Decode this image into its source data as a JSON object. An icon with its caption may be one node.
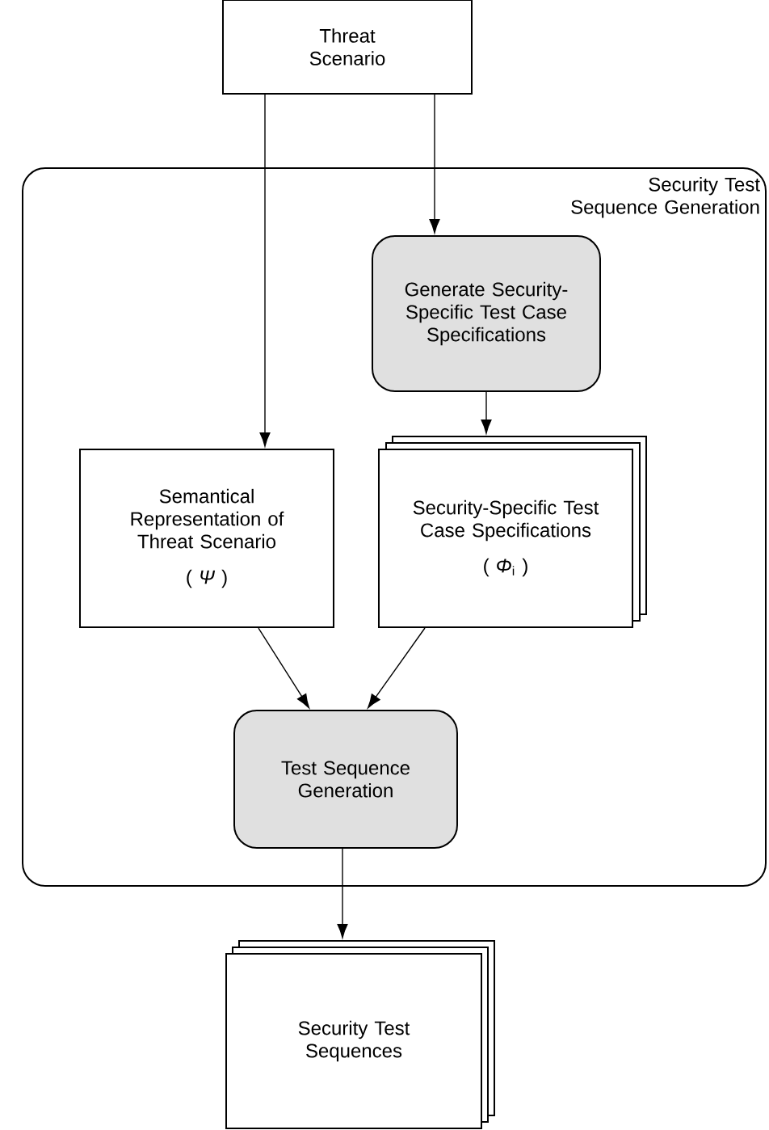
{
  "diagram": {
    "nodes": [
      {
        "text": [
          "Threat Scenario"
        ]
      },
      {
        "text": [
          "Security Test Sequence Generation"
        ]
      },
      {
        "text": [
          "Generate Security-Specific Test Case Specifications"
        ],
        "in": 1
      },
      {
        "text": [
          "Semantical Representation of Threat Scenario",
          "( *Ψ* )"
        ],
        "in": 1
      },
      {
        "text": [
          "Security-Specific Test Case Specifications",
          "( *Φ*$_{i}$ )"
        ],
        "in": 1
      },
      {
        "text": [
          "Test Sequence Generation"
        ],
        "in": 1
      },
      {
        "text": [
          "Security Test Sequences"
        ]
      }
    ],
    "edges": [
      {
        "from": 0,
        "to": 3,
        "arrow": "to"
      },
      {
        "from": 0,
        "to": 2,
        "arrow": "to"
      },
      {
        "from": 2,
        "to": 4,
        "arrow": "to"
      },
      {
        "from": 3,
        "to": 5,
        "arrow": "to"
      },
      {
        "from": 4,
        "to": 5,
        "arrow": "to"
      },
      {
        "from": 5,
        "to": 6,
        "arrow": "to"
      }
    ]
  }
}
